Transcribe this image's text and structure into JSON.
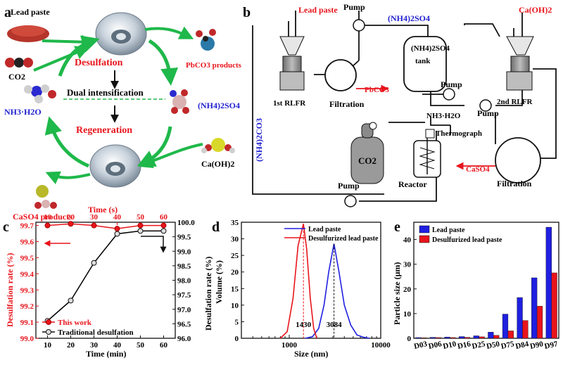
{
  "panel_a": {
    "letter": "a",
    "lead_paste": "Lead paste",
    "pbco3_products": "PbCO3 products",
    "co2": "CO2",
    "nh3h2o": "NH3·H2O",
    "nh4so4": "(NH4)2SO4",
    "caoh2": "Ca(OH)2",
    "caso4_products": "CaSO4 products",
    "desulfation": "Desulfation",
    "dual": "Dual intensification",
    "regeneration": "Regeneration",
    "colors": {
      "arrow": "#1fb84a",
      "red_label": "#e8141b",
      "blue_label": "#1f1fd0"
    }
  },
  "panel_b": {
    "letter": "b",
    "lead_paste": "Lead paste",
    "pump_top": "Pump",
    "nh4so4_top": "(NH4)2SO4",
    "caoh2": "Ca(OH)2",
    "tank_l1": "(NH4)2SO4",
    "tank_l2": "tank",
    "pump_tank": "Pump",
    "rlfr1": "1st RLFR",
    "filtration1": "Filtration",
    "pbco3": "PbCO3",
    "rlfr2": "2nd RLFR",
    "pump_right": "Pump",
    "nh3h2o": "NH3·H2O",
    "thermograph": "Thermograph",
    "co2": "CO2",
    "nh4co3_side": "(NH4)2CO3",
    "caso4": "CaSO4",
    "filtration2": "Filtration",
    "pump_bottom": "Pump",
    "reactor": "Reactor"
  },
  "panel_c": {
    "letter": "c",
    "top_axis_label": "Time (s)",
    "bottom_axis_label": "Time (min)",
    "left_axis_label": "Desulfation rate (%)",
    "right_axis_label": "Desulfation rate (%)",
    "top_ticks": [
      "10",
      "20",
      "30",
      "40",
      "50",
      "60"
    ],
    "bottom_ticks": [
      "10",
      "20",
      "30",
      "40",
      "50",
      "60"
    ],
    "left_ticks": [
      "99.0",
      "99.1",
      "99.2",
      "99.3",
      "99.4",
      "99.5",
      "99.6",
      "99.7"
    ],
    "right_ticks": [
      "96.0",
      "96.5",
      "97.0",
      "97.5",
      "98.0",
      "98.5",
      "99.0",
      "99.5",
      "100.0"
    ],
    "legend": [
      "This work",
      "Traditional desulfation"
    ]
  },
  "panel_d": {
    "letter": "d",
    "xlabel": "Size (nm)",
    "ylabel": "Volume (%)",
    "x_ticks": [
      "1000",
      "10000"
    ],
    "y_ticks": [
      "0",
      "5",
      "10",
      "15",
      "20",
      "25",
      "30",
      "35"
    ],
    "legend": [
      "Lead paste",
      "Desulfurized lead paste"
    ],
    "peak_labels": [
      "1430",
      "3084"
    ]
  },
  "panel_e": {
    "letter": "e",
    "ylabel": "Particle size (μm)",
    "y_ticks": [
      "0",
      "10",
      "20",
      "30",
      "40"
    ],
    "legend": [
      "Lead paste",
      "Desulfurized lead paste"
    ]
  },
  "chart_data": [
    {
      "type": "line",
      "panel": "c",
      "x": [
        10,
        20,
        30,
        40,
        50,
        60
      ],
      "series": [
        {
          "name": "This work",
          "axis": "left",
          "x_axis": "top",
          "values": [
            99.7,
            99.71,
            99.7,
            99.68,
            99.7,
            99.7
          ],
          "color": "#e8141b"
        },
        {
          "name": "Traditional desulfation",
          "axis": "right",
          "x_axis": "bottom",
          "values": [
            96.6,
            97.3,
            98.6,
            99.6,
            99.7,
            99.7
          ],
          "color": "#000000"
        }
      ],
      "xlim": [
        5,
        65
      ],
      "ylim_left": [
        99.0,
        99.72
      ],
      "ylim_right": [
        96.0,
        100.0
      ],
      "xlabel": "Time (min)",
      "ylabel": "Desulfation rate (%)"
    },
    {
      "type": "line",
      "panel": "d",
      "x_scale": "log",
      "xlim": [
        300,
        10000
      ],
      "ylim": [
        0,
        35
      ],
      "series": [
        {
          "name": "Lead paste",
          "color": "#1f1fe0",
          "x": [
            1500,
            1800,
            2100,
            2400,
            2700,
            3084,
            3500,
            4000,
            4700,
            5500,
            6500,
            7500
          ],
          "values": [
            0,
            0.5,
            3,
            10,
            20,
            28.5,
            20,
            10,
            4,
            1,
            0.3,
            0
          ]
        },
        {
          "name": "Desulfurized lead paste",
          "color": "#e8141b",
          "x": [
            800,
            950,
            1100,
            1250,
            1430,
            1550,
            1700,
            1850,
            2000
          ],
          "values": [
            0,
            2,
            12,
            28,
            34.5,
            27,
            12,
            3,
            0
          ]
        }
      ],
      "annotations": [
        1430,
        3084
      ],
      "xlabel": "Size (nm)",
      "ylabel": "Volume (%)"
    },
    {
      "type": "bar",
      "panel": "e",
      "categories": [
        "D03",
        "D06",
        "D10",
        "D16",
        "D25",
        "D50",
        "D75",
        "D84",
        "D90",
        "D97"
      ],
      "series": [
        {
          "name": "Lead paste",
          "values": [
            0.3,
            0.4,
            0.5,
            0.7,
            1.0,
            2.5,
            9.8,
            16.5,
            24.5,
            45.0
          ],
          "color": "#1f1fe0"
        },
        {
          "name": "Desulfurized lead paste",
          "values": [
            0.2,
            0.3,
            0.3,
            0.4,
            0.6,
            1.2,
            3.0,
            7.2,
            13.0,
            26.5
          ],
          "color": "#e8141b"
        }
      ],
      "ylim": [
        0,
        47
      ],
      "ylabel": "Particle size (μm)"
    }
  ]
}
